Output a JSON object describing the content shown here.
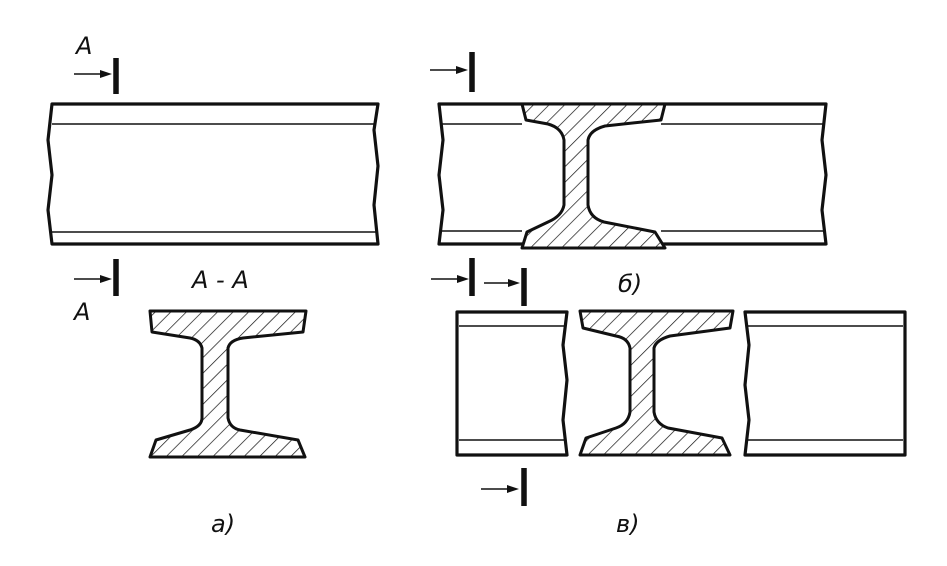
{
  "labels": {
    "section_top": "A",
    "section_bottom": "A",
    "section_title": "A - A",
    "caption_a": "а)",
    "caption_b": "б)",
    "caption_v": "в)"
  },
  "colors": {
    "line": "#111111",
    "background": "#ffffff"
  }
}
